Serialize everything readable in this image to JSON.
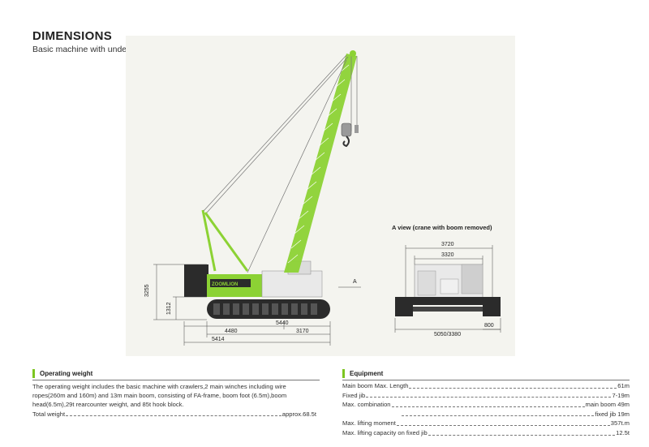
{
  "header": {
    "title": "DIMENSIONS",
    "subtitle": "Basic machine with undercarriage"
  },
  "drawing": {
    "brand_text": "ZOOMLION",
    "view_marker": "A",
    "side_dims": {
      "height_total": "3255",
      "height_lower": "1312",
      "length_4480": "4480",
      "length_5440": "5440",
      "length_3170": "3170",
      "length_5414": "5414"
    },
    "a_view": {
      "title": "A view (crane with boom removed)",
      "width_outer": "3720",
      "width_inner": "3320",
      "track_gauge": "5050/3380",
      "track_width": "800"
    }
  },
  "operating_weight": {
    "heading": "Operating weight",
    "description": "The operating weight includes the basic machine with crawlers,2 main winches including wire ropes(260m and 160m) and 13m main boom, consisting of FA-frame, boom foot (6.5m),boom head(6.5m),29t rearcounter weight, and 85t hook block.",
    "total_label": "Total weight",
    "total_value": "approx.68.5t"
  },
  "equipment": {
    "heading": "Equipment",
    "rows": [
      {
        "label": "Main boom Max. Length",
        "value": "61m"
      },
      {
        "label": "Fixed jib",
        "value": "7-19m"
      },
      {
        "label": "Max. combination",
        "value": "main boom 49m"
      },
      {
        "label": "",
        "value": "fixed jib 19m"
      },
      {
        "label": "Max. lifting moment",
        "value": "357t.m"
      },
      {
        "label": "Max. lifting capacity on fixed jib",
        "value": "12.5t"
      }
    ]
  },
  "colors": {
    "crane_green": "#8cd234",
    "accent_bar": "#7cc520",
    "dark_body": "#2b2b2b"
  }
}
